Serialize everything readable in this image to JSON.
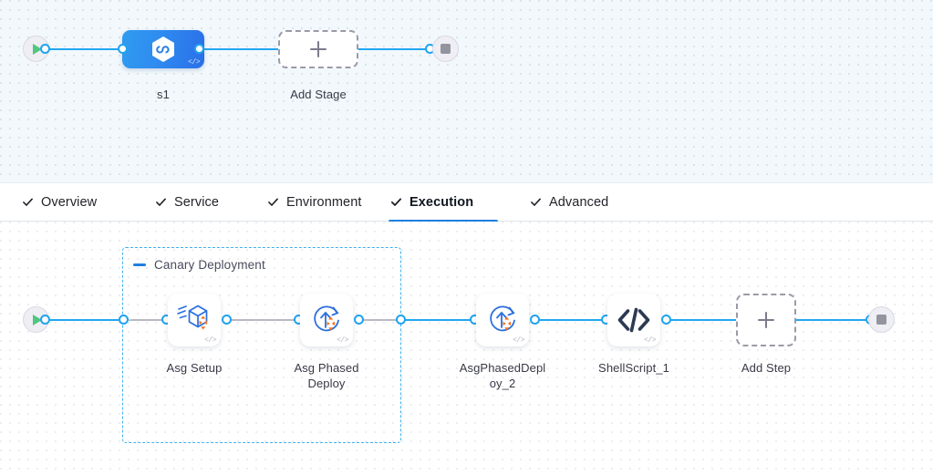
{
  "stage_canvas": {
    "name": "pipeline-stage-canvas",
    "start_node": {
      "icon": "play-icon",
      "label": ""
    },
    "stage": {
      "label": "s1",
      "icon": "harness-hexagon-infinity-icon",
      "code_badge": "</>"
    },
    "add_stage": {
      "label": "Add Stage",
      "icon": "plus-icon"
    },
    "end_node": {
      "icon": "stop-square-icon"
    }
  },
  "tabs": {
    "check_icon": "check-icon",
    "items": [
      {
        "label": "Overview",
        "active": false
      },
      {
        "label": "Service",
        "active": false
      },
      {
        "label": "Environment",
        "active": false
      },
      {
        "label": "Execution",
        "active": true
      },
      {
        "label": "Advanced",
        "active": false
      }
    ],
    "active_color": "#1b7fe0"
  },
  "step_canvas": {
    "name": "execution-steps-canvas",
    "start_node": {
      "icon": "play-icon"
    },
    "group": {
      "title": "Canary Deployment",
      "collapse_icon": "minus-icon",
      "border_color": "#3fb0f0"
    },
    "steps": [
      {
        "label": "Asg Setup",
        "icon": "asg-setup-package-icon",
        "code_badge": "</>",
        "in_group": true
      },
      {
        "label": "Asg Phased Deploy",
        "icon": "asg-phased-deploy-icon",
        "code_badge": "</>",
        "in_group": true
      },
      {
        "label": "AsgPhasedDeploy_2",
        "icon": "asg-phased-deploy-icon",
        "code_badge": "</>",
        "in_group": false,
        "label_line1": "AsgPhasedDepl",
        "label_line2": "oy_2"
      },
      {
        "label": "ShellScript_1",
        "icon": "shell-script-code-icon",
        "code_badge": "</>",
        "in_group": false
      }
    ],
    "add_step": {
      "label": "Add Step",
      "icon": "plus-icon"
    },
    "end_node": {
      "icon": "stop-square-icon"
    }
  },
  "colors": {
    "wire": "#22a6f0",
    "wire_dashed": "#b9b9c4",
    "stage_gradient_from": "#2f9cf0",
    "stage_gradient_to": "#2a6fe8",
    "label_text": "#383946",
    "canvas_top_bg": "#f2f8fc",
    "canvas_bottom_bg": "#ffffff"
  }
}
